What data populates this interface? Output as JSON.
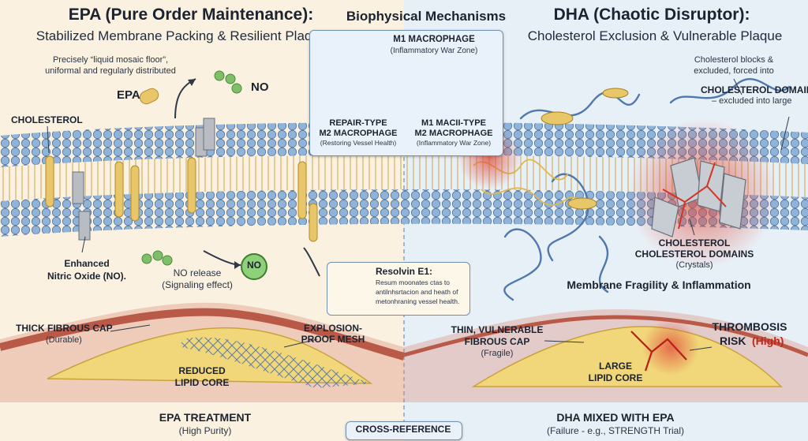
{
  "epa": {
    "title": "EPA (Pure Order Maintenance):",
    "subtitle": "Stabilized Membrane Packing & Resilient Plaque",
    "desc_line1": "Precisely “liquid mosaic floor”,",
    "desc_line2": "uniformal and regularly distributed",
    "epa_label": "EPA",
    "no_label": "NO",
    "cholesterol_label": "CHOLESTEROL",
    "nitric_line1": "Enhanced",
    "nitric_line2": "Nitric Oxide (NO).",
    "no_release_line1": "NO release",
    "no_release_line2": "(Signaling effect)",
    "no_badge": "NO",
    "resolvin_title": "Resolvin E1:",
    "resolvin_line1": "Resum moonates ctas to",
    "resolvin_line2": "antilnhsrtacion and heath of",
    "resolvin_line3": "metonhraning vessel health.",
    "cap_line1": "THICK FIBROUS CAP",
    "cap_line2": "(Durable)",
    "mesh_line1": "EXPLOSION-",
    "mesh_line2": "PROOF MESH",
    "core_line1": "REDUCED",
    "core_line2": "LIPID CORE",
    "treatment": "EPA TREATMENT",
    "treatment_sub": "(High Purity)"
  },
  "center": {
    "title": "Biophysical Mechanisms",
    "m1_top": "M1 MACROPHAGE",
    "m1_top_sub": "(Inflammatory War Zone)",
    "m2_line1": "REPAIR-TYPE",
    "m2_line2": "M2 MACROPHAGE",
    "m2_sub": "(Restoring Vessel Health)",
    "m1_line1": "M1 MACII-TYPE",
    "m1_line2": "M2 MACROPHAGE",
    "m1_sub": "(Inflammatory War Zone)",
    "cross_ref": "CROSS-REFERENCE"
  },
  "dha": {
    "title": "DHA (Chaotic Disruptor):",
    "subtitle": "Cholesterol Exclusion & Vulnerable Plaque",
    "desc_line1": "Cholesterol blocks &",
    "desc_line2": "excluded, forced into",
    "domain_line1": "CHOLESTEROL DOMAIN",
    "domain_line2": "– excluded into large",
    "crystal_line1": "CHOLESTEROL",
    "crystal_line2": "CHOLESTEROL DOMAINS",
    "crystal_line3": "(Crystals)",
    "fragility": "Membrane Fragility & Inflammation",
    "cap_line1": "THIN, VULNERABLE",
    "cap_line2": "FIBROUS CAP",
    "cap_line3": "(Fragile)",
    "thrombosis_line1": "THROMBOSIS",
    "thrombosis_line2": "RISK",
    "thrombosis_level": "(High)",
    "core_line1": "LARGE",
    "core_line2": "LIPID CORE",
    "treatment": "DHA MIXED WITH EPA",
    "treatment_sub": "(Failure - e.g., STRENGTH Trial)"
  },
  "colors": {
    "membrane_head": "#8fb3d9",
    "lipid_tail": "#e8c76a",
    "vessel_wall": "#d98873",
    "lipid_core": "#f1d77a",
    "inflammation": "#e04a3a",
    "thrombosis_high": "#c0271d",
    "chain_blue": "#4f79ad"
  }
}
